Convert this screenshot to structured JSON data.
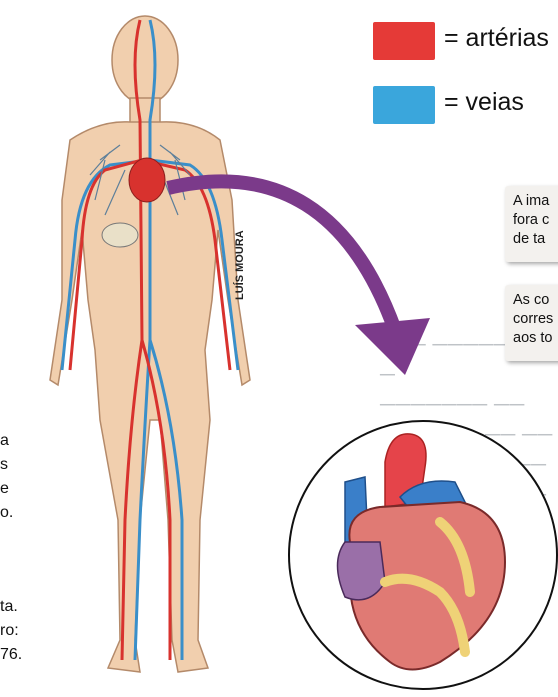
{
  "legend": {
    "arteries": {
      "label": "= artérias",
      "color": "#e53a37"
    },
    "veins": {
      "label": "= veias",
      "color": "#3aa6dc"
    }
  },
  "notes": [
    {
      "lines": [
        "A ima",
        "fora c",
        "de ta"
      ]
    },
    {
      "lines": [
        "As co",
        "corres",
        "aos to"
      ]
    }
  ],
  "credit": "LUÍS MOURA",
  "left_fragments": [
    "a",
    "s",
    "e",
    "o.",
    "ta.",
    "ro:",
    "76."
  ],
  "colors": {
    "arrow": "#7b3a8a",
    "skin": "#f1cfae",
    "artery": "#d8322e",
    "vein": "#3a8fc9"
  }
}
